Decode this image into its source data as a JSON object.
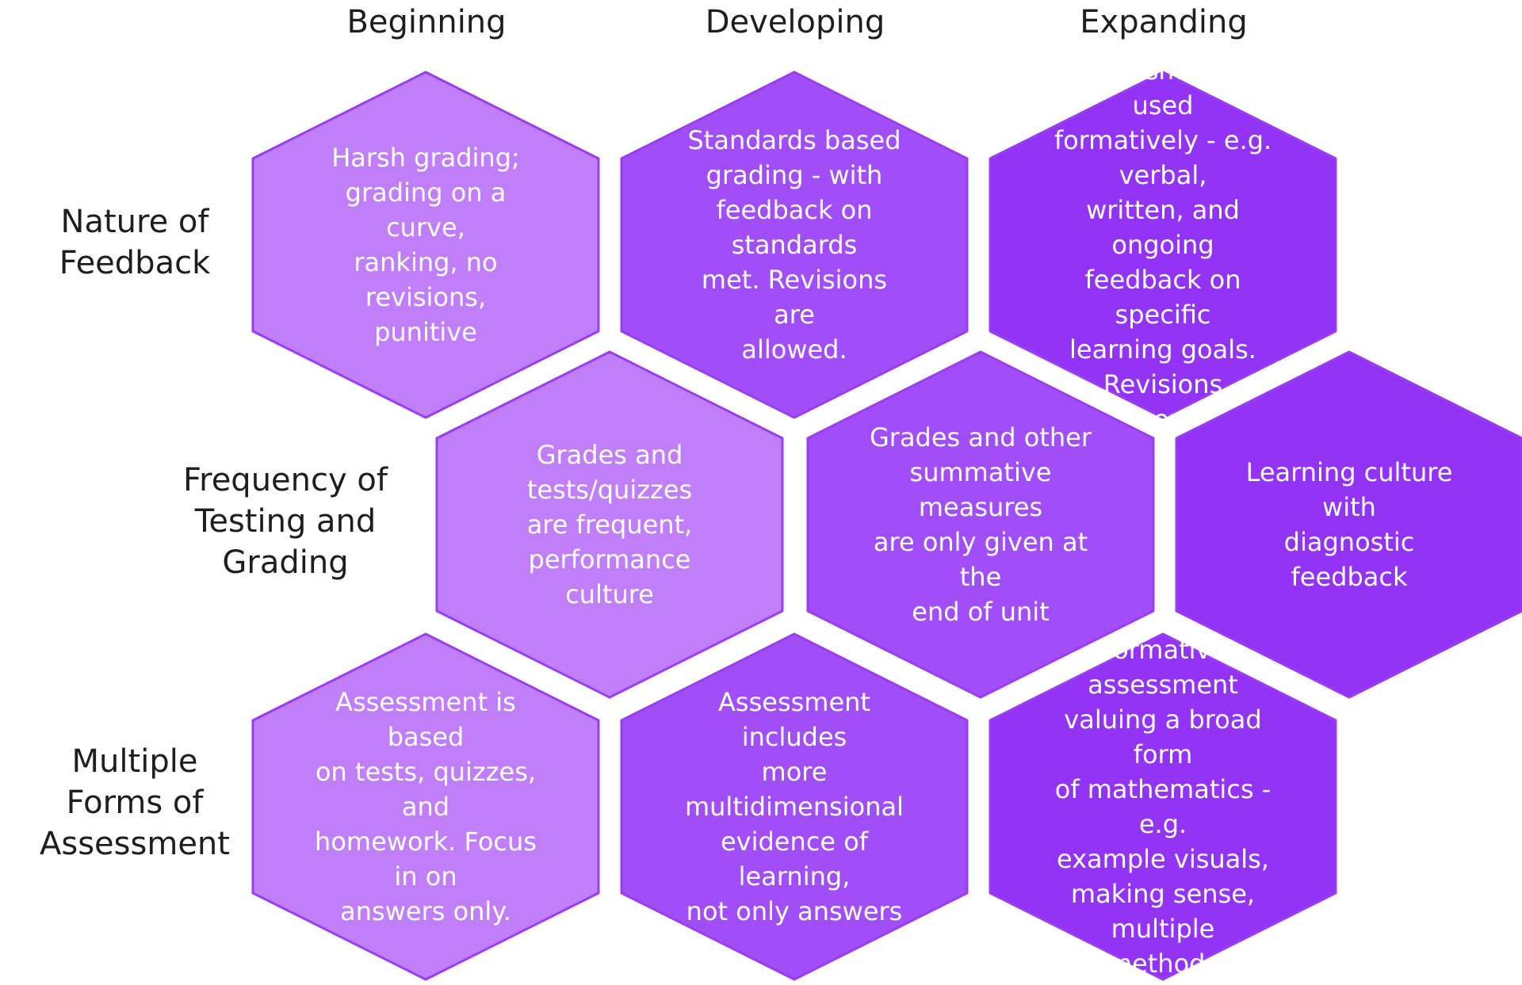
{
  "columns": [
    {
      "label": "Beginning"
    },
    {
      "label": "Developing"
    },
    {
      "label": "Expanding"
    }
  ],
  "rows": [
    {
      "label": "Nature of\nFeedback"
    },
    {
      "label": "Frequency of\nTesting and\nGrading"
    },
    {
      "label": "Multiple\nForms of\nAssessment"
    }
  ],
  "colors": {
    "beginning": "#c07ff9",
    "developing": "#a24ef8",
    "expanding": "#9333f5",
    "border": "#9a3df0"
  },
  "cells": {
    "feedback": {
      "beginning": "Harsh grading;\ngrading on a curve,\nranking, no revisions,\npunitive",
      "developing": "Standards based\ngrading - with\nfeedback on standards\nmet. Revisions are\nallowed.",
      "expanding": "Assessment is used\nformatively - e.g. verbal,\nwritten, and ongoing\nfeedback on specific\nlearning goals. Revisions\nare encouraged."
    },
    "frequency": {
      "beginning": "Grades and\ntests/quizzes\nare frequent,\nperformance culture",
      "developing": "Grades and other\nsummative measures\nare only given at the\nend of unit",
      "expanding": "Learning culture with\ndiagnostic feedback"
    },
    "forms": {
      "beginning": "Assessment is based\non tests, quizzes, and\nhomework. Focus in on\nanswers only.",
      "developing": "Assessment includes\nmore\nmultidimensional\nevidence of learning,\nnot only answers",
      "expanding": "Formative assessment\nvaluing a broad form\nof mathematics - e.g.\nexample visuals,\nmaking sense, multiple\nmethods"
    }
  }
}
